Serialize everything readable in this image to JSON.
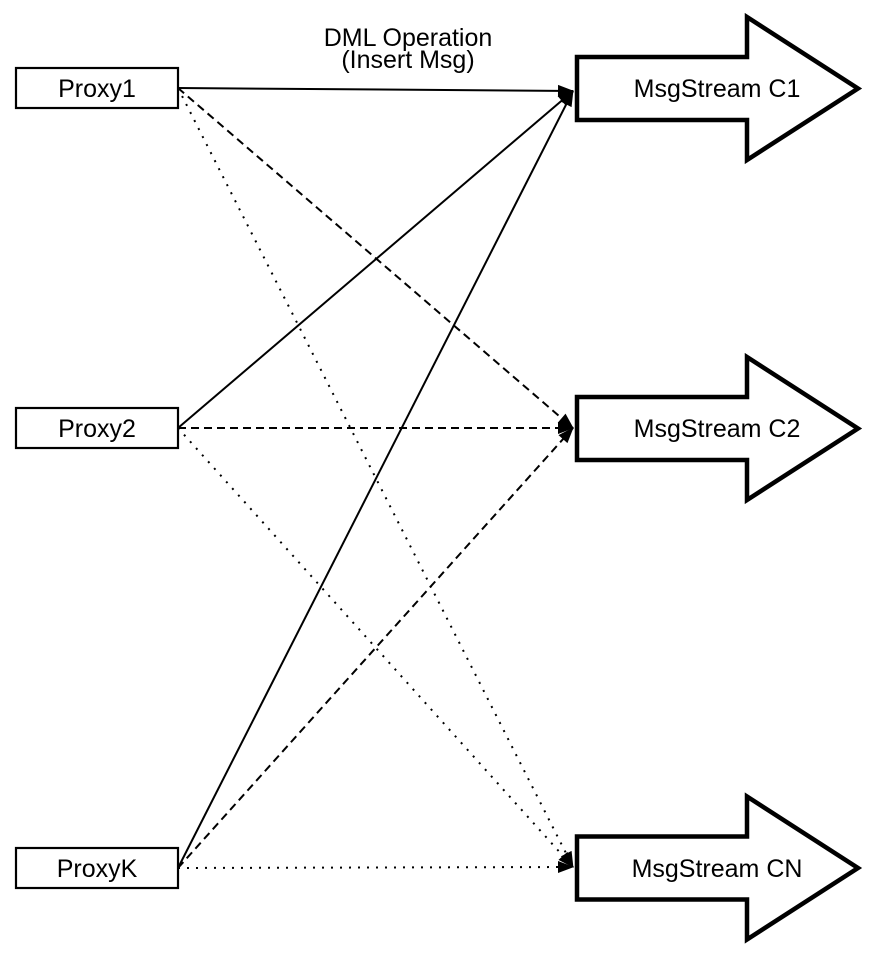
{
  "title": {
    "line1": "DML Operation",
    "line2": "(Insert Msg)"
  },
  "nodes": {
    "proxies": [
      {
        "id": "proxy1",
        "label": "Proxy1"
      },
      {
        "id": "proxy2",
        "label": "Proxy2"
      },
      {
        "id": "proxyk",
        "label": "ProxyK"
      }
    ],
    "streams": [
      {
        "id": "c1",
        "label": "MsgStream C1"
      },
      {
        "id": "c2",
        "label": "MsgStream C2"
      },
      {
        "id": "cn",
        "label": "MsgStream CN"
      }
    ]
  },
  "edges": [
    {
      "from": "proxy1",
      "to": "c1",
      "style": "solid"
    },
    {
      "from": "proxy2",
      "to": "c1",
      "style": "solid"
    },
    {
      "from": "proxyk",
      "to": "c1",
      "style": "solid"
    },
    {
      "from": "proxy1",
      "to": "c2",
      "style": "dashed"
    },
    {
      "from": "proxy2",
      "to": "c2",
      "style": "dashed"
    },
    {
      "from": "proxyk",
      "to": "c2",
      "style": "dashed"
    },
    {
      "from": "proxy1",
      "to": "cn",
      "style": "dotted"
    },
    {
      "from": "proxy2",
      "to": "cn",
      "style": "dotted"
    },
    {
      "from": "proxyk",
      "to": "cn",
      "style": "dotted"
    }
  ],
  "colors": {
    "ink": "#000000",
    "paper": "#ffffff"
  }
}
